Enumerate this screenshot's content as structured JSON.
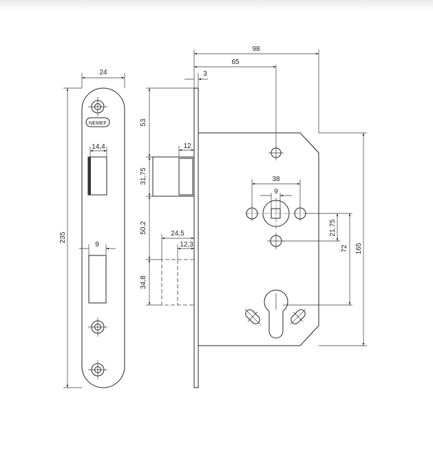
{
  "faceplate": {
    "width_label": "24",
    "height_label": "235",
    "brand": "NEMEF",
    "latch_slot_label": "14,4",
    "bolt_slot_label": "9"
  },
  "side_view": {
    "top_to_latch": "53",
    "latch_height": "31,75",
    "latch_to_bolt": "50,2",
    "bolt_height": "34,8",
    "latch_throw": "12",
    "bolt_throw": "24,5",
    "bolt_inner": "12,3",
    "plate_thickness": "3"
  },
  "case": {
    "depth": "98",
    "backset": "65",
    "fixing_spacing": "38",
    "spindle": "9",
    "follower_to_hole": "21.75",
    "centre_distance": "72",
    "case_height": "165"
  }
}
